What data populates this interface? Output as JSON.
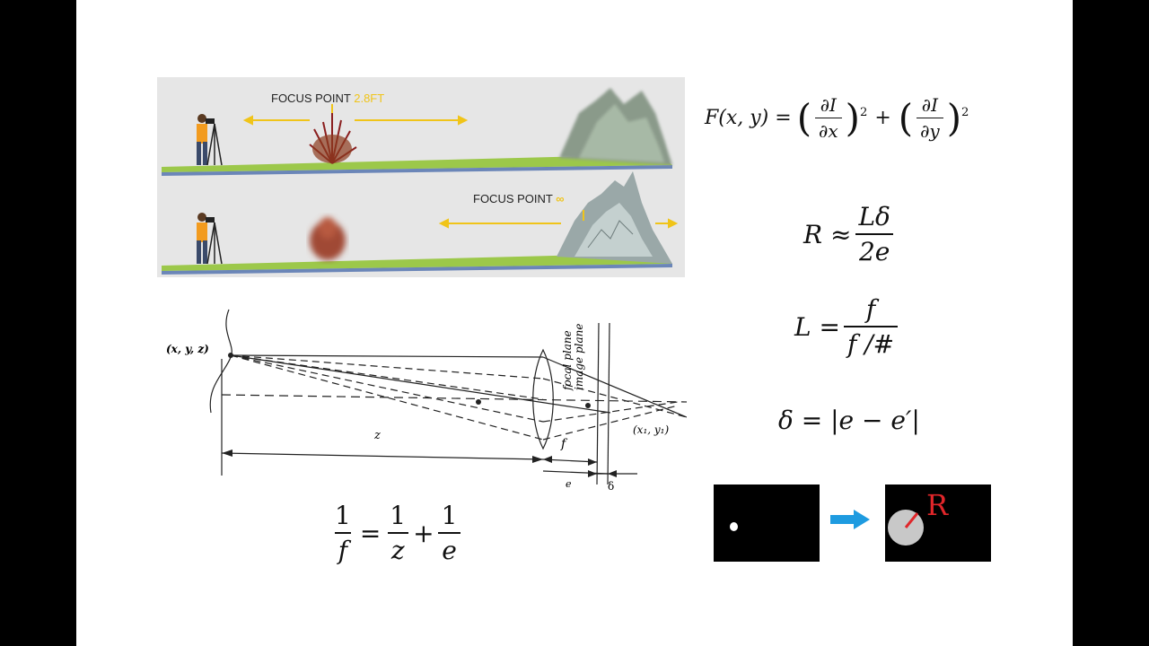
{
  "scene": {
    "top_label_prefix": "FOCUS POINT",
    "top_label_value": "2.8FT",
    "bottom_label_prefix": "FOCUS POINT",
    "bottom_label_value": "∞",
    "accent_color": "#f0c419",
    "ground_color": "#9cc84a"
  },
  "lens_diagram": {
    "object_point_label": "(x, y, z)",
    "image_point_label": "(x₁, y₁)",
    "focal_plane_label": "focal plane",
    "image_plane_label": "image plane",
    "z_label": "z",
    "f_label": "f",
    "e_label": "e",
    "delta_label": "δ"
  },
  "equations": {
    "gradient_lhs": "F(x, y) =",
    "gradient_num": "∂I",
    "gradient_den_x": "∂x",
    "gradient_den_y": "∂y",
    "gradient_exp": "2",
    "plus": "+",
    "R_lhs": "R ≈",
    "R_num": "Lδ",
    "R_den": "2e",
    "L_lhs": "L =",
    "L_num": "f",
    "L_den": "f /#",
    "delta_eq": "δ = |e − e′|",
    "lens_one": "1",
    "lens_f": "f",
    "lens_z": "z",
    "lens_e": "e",
    "eq_sign": "=",
    "plus_sign": "+"
  },
  "blur_demo": {
    "R_label": "R",
    "arrow_color": "#1e9be0",
    "R_color": "#e0262a"
  }
}
